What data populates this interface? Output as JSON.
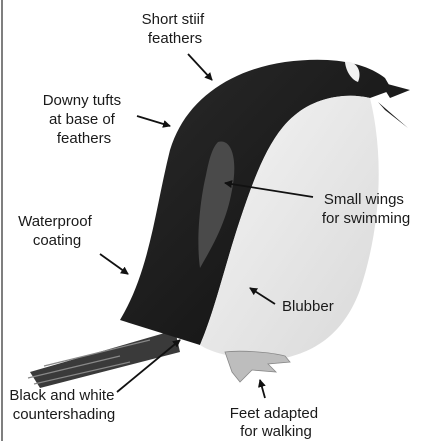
{
  "diagram": {
    "labels": {
      "stiff_feathers": [
        "Short stiif",
        "feathers"
      ],
      "downy_tufts": [
        "Downy tufts",
        "at base of",
        "feathers"
      ],
      "small_wings": [
        "Small wings",
        "for swimming"
      ],
      "waterproof": [
        "Waterproof",
        "coating"
      ],
      "blubber": [
        "Blubber"
      ],
      "countershading": [
        "Black and white",
        "countershading"
      ],
      "feet": [
        "Feet adapted",
        "for walking"
      ]
    }
  }
}
